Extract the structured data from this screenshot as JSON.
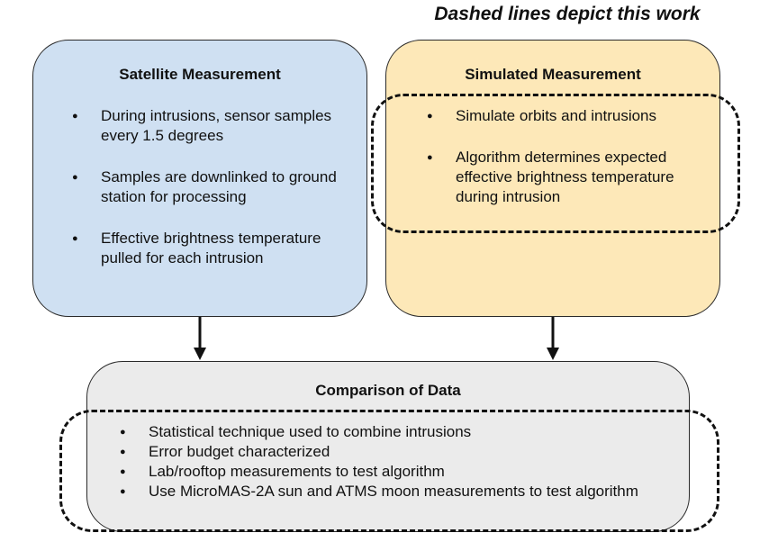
{
  "caption": "Dashed lines depict this work",
  "satellite": {
    "title": "Satellite Measurement",
    "items": [
      "During intrusions, sensor samples every 1.5 degrees",
      "Samples are downlinked to ground station for processing",
      "Effective brightness temperature pulled for each intrusion"
    ]
  },
  "simulated": {
    "title": "Simulated Measurement",
    "items": [
      "Simulate orbits and intrusions",
      "Algorithm determines expected effective brightness temperature during intrusion"
    ]
  },
  "comparison": {
    "title": "Comparison of Data",
    "items": [
      "Statistical technique used to combine intrusions",
      "Error budget characterized",
      "Lab/rooftop measurements to test algorithm",
      "Use MicroMAS-2A sun and ATMS moon measurements to test algorithm"
    ]
  },
  "colors": {
    "satellite_fill": "#cfe0f2",
    "simulated_fill": "#fde8b8",
    "comparison_fill": "#ebebeb",
    "border": "#2a2a2a",
    "dashed_outline": "#111111"
  }
}
